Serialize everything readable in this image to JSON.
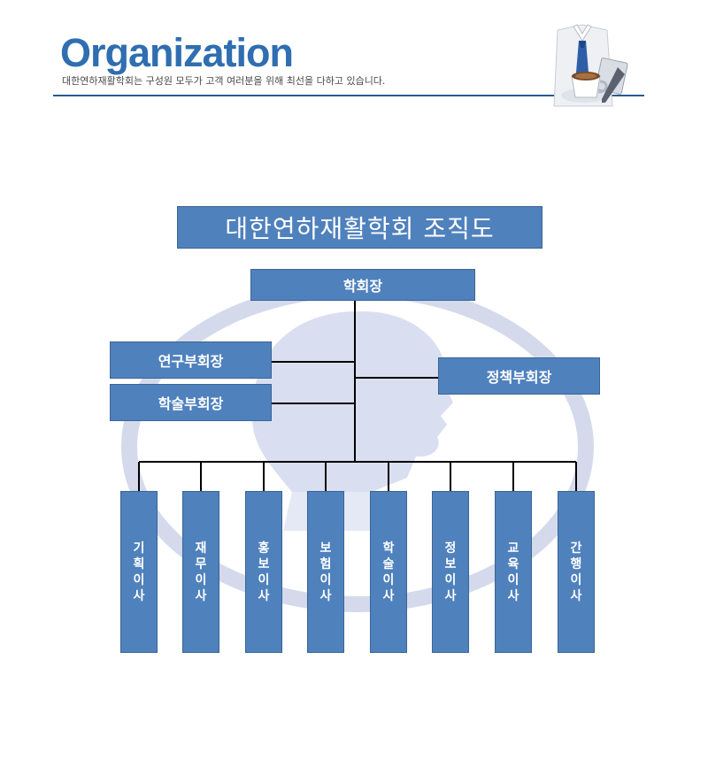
{
  "header": {
    "title": "Organization",
    "subtitle": "대한연하재활학회는 구성원 모두가 고객 여러분을 위해 최선을 다하고 있습니다."
  },
  "chart": {
    "title": "대한연하재활학회  조직도",
    "president": "학회장",
    "vice_presidents": [
      "연구부회장",
      "학술부회장",
      "정책부회장"
    ],
    "directors": [
      "기획이사",
      "재무이사",
      "홍보이사",
      "보험이사",
      "학술이사",
      "정보이사",
      "교육이사",
      "간행이사"
    ]
  },
  "colors": {
    "box_fill": "#4f81bd",
    "box_border": "#3b6494",
    "brand_blue": "#2f6eb0",
    "watermark": "#c5cde6"
  },
  "icons": [
    "shirt-and-coffee-icon"
  ]
}
